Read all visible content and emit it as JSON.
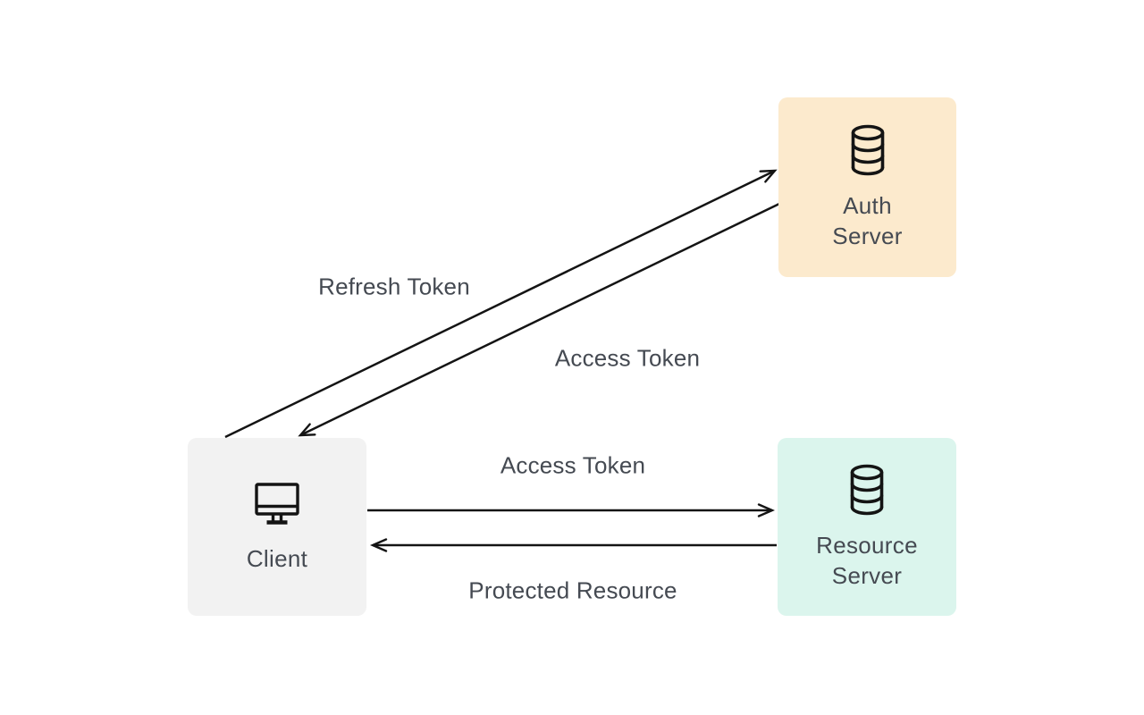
{
  "nodes": {
    "auth_server": {
      "label": "Auth\nServer",
      "icon": "database-icon",
      "bg": "#FCEACD"
    },
    "resource_server": {
      "label": "Resource\nServer",
      "icon": "database-icon",
      "bg": "#DBF5ED"
    },
    "client": {
      "label": "Client",
      "icon": "monitor-icon",
      "bg": "#F2F2F2"
    }
  },
  "edges": {
    "refresh_token": {
      "label": "Refresh Token",
      "from": "Client",
      "to": "Auth Server"
    },
    "access_token_from_auth": {
      "label": "Access Token",
      "from": "Auth Server",
      "to": "Client"
    },
    "access_token_to_resource": {
      "label": "Access Token",
      "from": "Client",
      "to": "Resource Server"
    },
    "protected_resource": {
      "label": "Protected Resource",
      "from": "Resource Server",
      "to": "Client"
    }
  },
  "colors": {
    "background": "#FFFFFF",
    "arrow": "#141414",
    "icon": "#141414",
    "text": "#454A52",
    "auth_server_bg": "#FCEACD",
    "resource_server_bg": "#DBF5ED",
    "client_bg": "#F2F2F2"
  }
}
